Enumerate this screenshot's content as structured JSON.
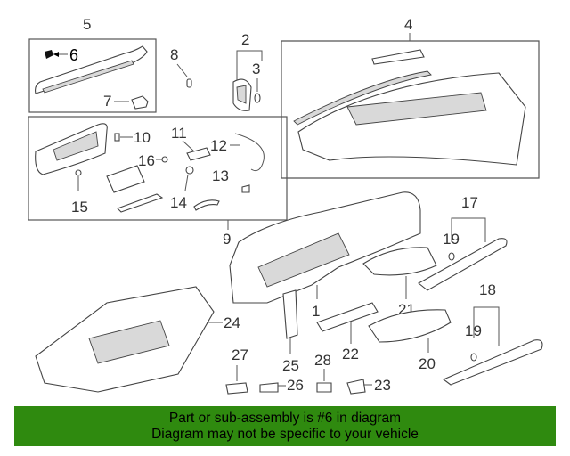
{
  "callouts": {
    "c1": "1",
    "c2": "2",
    "c3": "3",
    "c4": "4",
    "c5": "5",
    "c6": "6",
    "c7": "7",
    "c8": "8",
    "c9": "9",
    "c10": "10",
    "c11": "11",
    "c12": "12",
    "c13": "13",
    "c14": "14",
    "c15": "15",
    "c16": "16",
    "c17": "17",
    "c18": "18",
    "c19a": "19",
    "c19b": "19",
    "c20": "20",
    "c21": "21",
    "c22": "22",
    "c23": "23",
    "c24": "24",
    "c25": "25",
    "c26": "26",
    "c27": "27",
    "c28": "28"
  },
  "banner": {
    "line1": "Part or sub-assembly is #6 in diagram",
    "line2": "Diagram may not be specific to your vehicle",
    "color": "#2f8a0f"
  },
  "highlight_part": "6"
}
